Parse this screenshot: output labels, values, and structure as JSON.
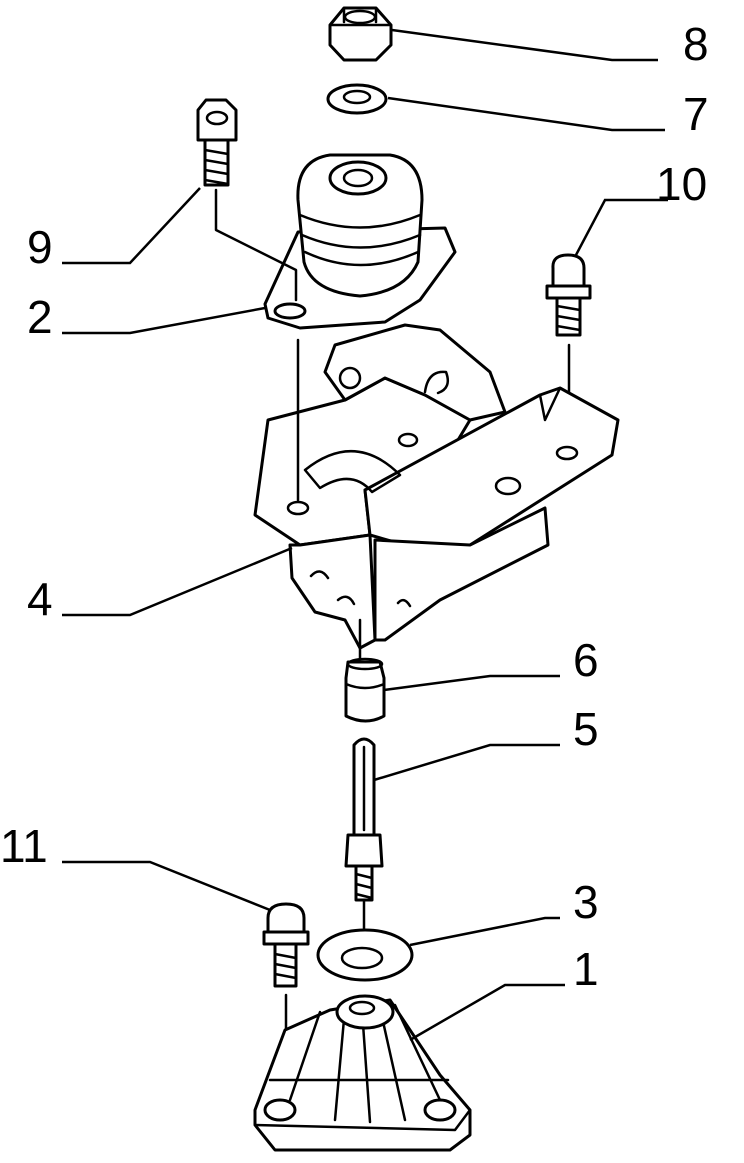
{
  "diagram": {
    "type": "exploded-parts-view",
    "callouts": [
      "1",
      "2",
      "3",
      "4",
      "5",
      "6",
      "7",
      "8",
      "9",
      "10",
      "11"
    ]
  }
}
